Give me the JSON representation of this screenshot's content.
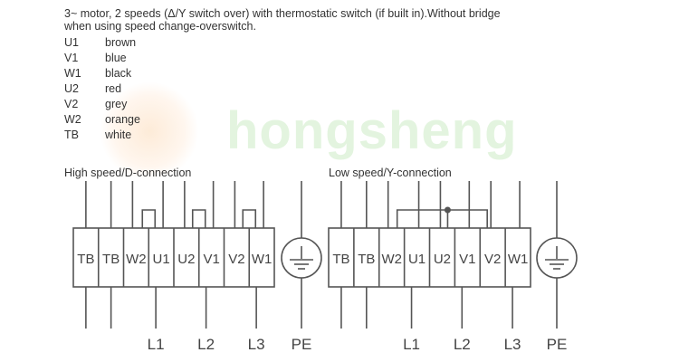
{
  "header": {
    "line1": "3~ motor, 2 speeds (Δ/Y switch over) with thermostatic switch (if built in).Without bridge",
    "line2": "when using speed change-overswitch."
  },
  "legend": [
    {
      "code": "U1",
      "color": "brown"
    },
    {
      "code": "V1",
      "color": "blue"
    },
    {
      "code": "W1",
      "color": "black"
    },
    {
      "code": "U2",
      "color": "red"
    },
    {
      "code": "V2",
      "color": "grey"
    },
    {
      "code": "W2",
      "color": "orange"
    },
    {
      "code": "TB",
      "color": "white"
    }
  ],
  "watermark": "hongsheng",
  "high": {
    "title": "High speed/D-connection",
    "terminals": [
      "TB",
      "TB",
      "W2",
      "U1",
      "U2",
      "V1",
      "V2",
      "W1"
    ],
    "lines": [
      "L1",
      "L2",
      "L3",
      "PE"
    ]
  },
  "low": {
    "title": "Low speed/Y-connection",
    "terminals": [
      "TB",
      "TB",
      "W2",
      "U1",
      "U2",
      "V1",
      "V2",
      "W1"
    ],
    "lines": [
      "L1",
      "L2",
      "L3",
      "PE"
    ]
  }
}
